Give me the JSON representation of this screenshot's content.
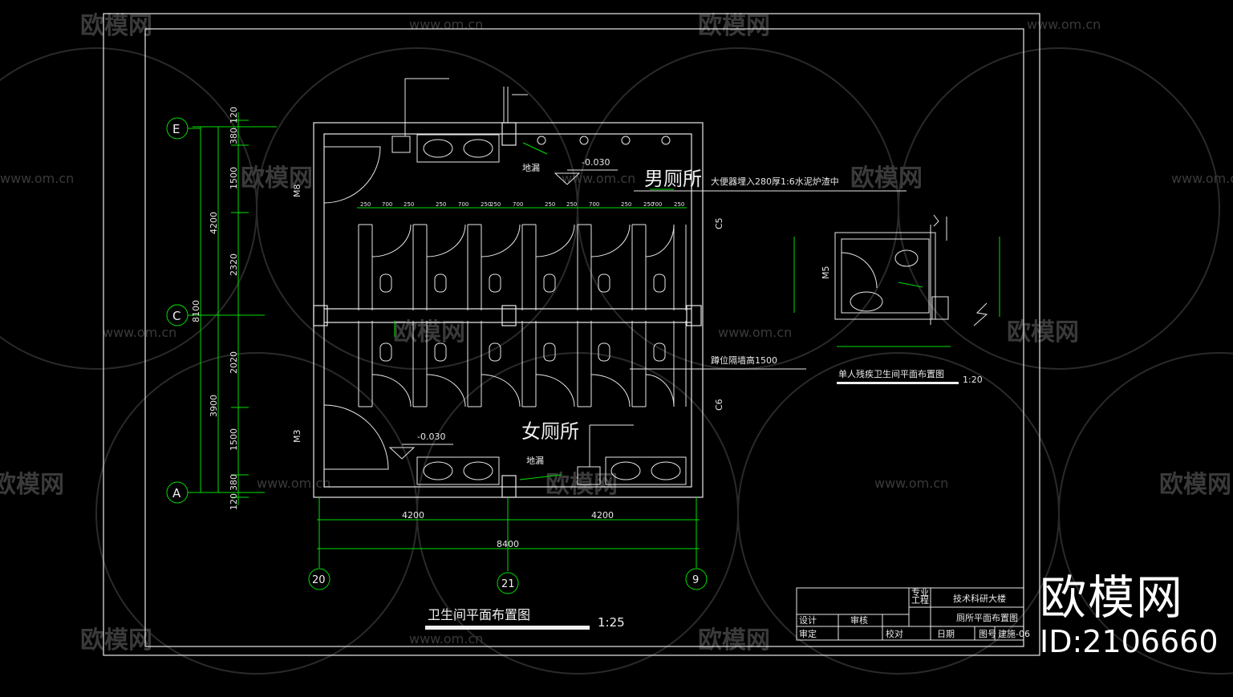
{
  "watermark": {
    "logo_text": "欧模网",
    "url": "www.om.cn"
  },
  "drawing": {
    "male_toilet_label": "男厕所",
    "female_toilet_label": "女厕所",
    "level_top": "-0.030",
    "level_bottom": "-0.030",
    "note_squat": "大便器埋入280厚1:6水泥炉渣中",
    "note_partition": "蹲位隔墙高1500",
    "door_m8": "M8",
    "door_m3": "M3",
    "window_c5": "C5",
    "window_c6": "C6",
    "door_m5": "M5",
    "small_label_1": "地漏",
    "small_label_2": "地漏",
    "detail_title": "单人残疾卫生间平面布置图",
    "detail_scale": "1:20",
    "axis_e": "E",
    "axis_c": "C",
    "axis_a": "A",
    "axis_20": "20",
    "axis_21": "21",
    "axis_9": "9",
    "dims_left_outer": [
      "8100"
    ],
    "dims_left_mid": [
      "4200",
      "3900"
    ],
    "dims_left_inner": [
      "120",
      "380",
      "1500",
      "2320",
      "2020",
      "1500",
      "380",
      "120"
    ],
    "dims_bottom": [
      "4200",
      "4200",
      "8400"
    ],
    "dims_top": [
      "250",
      "700",
      "250",
      "250",
      "700",
      "250",
      "250",
      "700",
      "250",
      "250",
      "700",
      "250",
      "250",
      "700",
      "250"
    ],
    "plan_title": "卫生间平面布置图",
    "plan_scale": "1:25"
  },
  "title_block": {
    "project": "技术科研大楼",
    "drawing_name": "厕所平面布置图",
    "cells": [
      "设计",
      "审核",
      "专业",
      "工程",
      "图号",
      "日期",
      "建施-06",
      "审定",
      "校对"
    ]
  },
  "brand": {
    "logo": "欧模网",
    "id": "ID:2106660"
  }
}
